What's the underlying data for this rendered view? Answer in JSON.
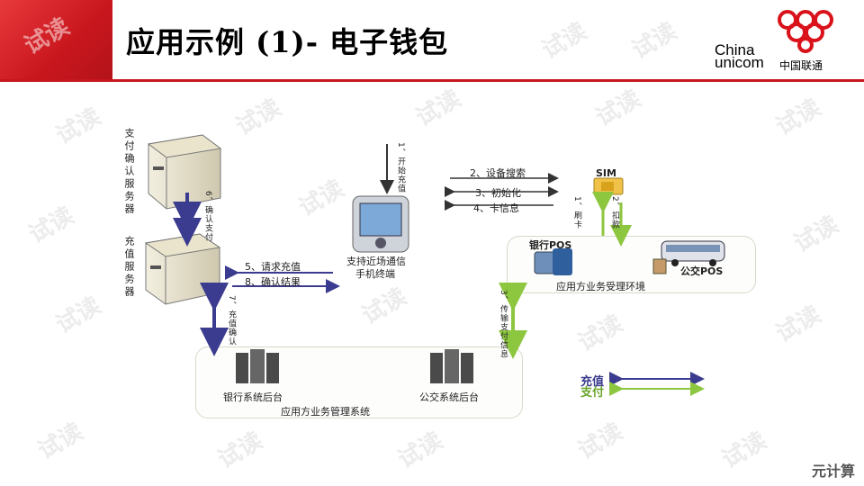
{
  "slide": {
    "title": "应用示例 (1)- 电子钱包",
    "watermark": "试读",
    "footer_logo": "元计算"
  },
  "brand": {
    "line1": "China",
    "line2": "unicom",
    "line3": "中国联通",
    "colors": {
      "red": "#c8161d",
      "line_blue": "#3b3b8f",
      "line_green": "#8dc63f"
    }
  },
  "diagram": {
    "confirm_server": "支付确认服务器",
    "charge_server": "充值服务器",
    "phone_label_1": "支持近场通信",
    "phone_label_2": "手机终端",
    "sim_label": "SIM",
    "bank_pos": "银行POS",
    "bus_pos": "公交POS",
    "accept_env": "应用方业务受理环境",
    "bank_backend": "银行系统后台",
    "bus_backend": "公交系统后台",
    "mgmt_system": "应用方业务管理系统",
    "step1": "1、开始充值",
    "step2": "2、设备搜索",
    "step3": "3、初始化",
    "step4": "4、卡信息",
    "step5": "5、请求充值",
    "step6": "6、确认支付",
    "step7": "7、充值确认",
    "step8": "8、确认结果",
    "step_sim1": "1、刷卡",
    "step_sim2": "2、扣款",
    "step_pay3": "3、传输支付信息",
    "legend_charge": "充值",
    "legend_pay": "支付"
  }
}
